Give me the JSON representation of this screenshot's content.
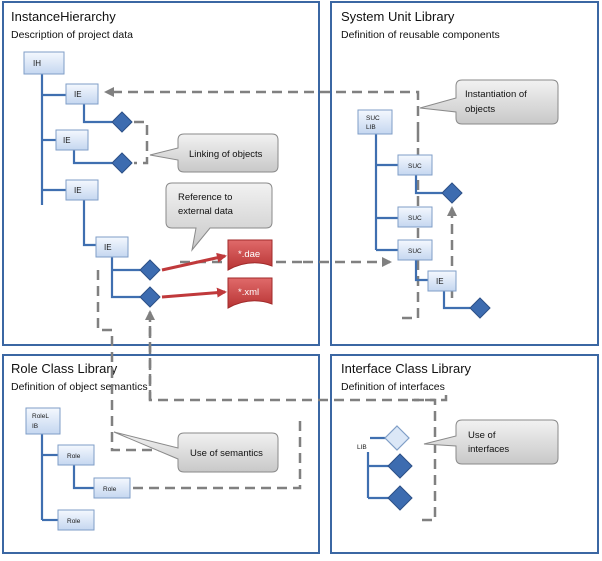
{
  "panels": {
    "instance_hierarchy": {
      "title": "InstanceHierarchy",
      "subtitle": "Description of project data"
    },
    "system_unit_library": {
      "title": "System Unit Library",
      "subtitle": "Definition of reusable components"
    },
    "role_class_library": {
      "title": "Role Class Library",
      "subtitle": "Definition of object semantics"
    },
    "interface_class_library": {
      "title": "Interface Class Library",
      "subtitle": "Definition of interfaces"
    }
  },
  "instance_hierarchy": {
    "root": "IH",
    "elements": [
      "IE",
      "IE",
      "IE",
      "IE"
    ],
    "files": [
      "*.dae",
      "*.xml"
    ]
  },
  "system_unit_library": {
    "root_line1": "SUC",
    "root_line2": "LIB",
    "items": [
      "SUC",
      "SUC",
      "SUC"
    ],
    "element": "IE"
  },
  "role_class_library": {
    "root_line1": "RoleL",
    "root_line2": "IB",
    "items": [
      "Role",
      "Role",
      "Role"
    ]
  },
  "interface_class_library": {
    "root": "LIB"
  },
  "callouts": {
    "instantiation_line1": "Instantiation  of",
    "instantiation_line2": "objects",
    "linking": "Linking of objects",
    "reference_line1": "Reference to",
    "reference_line2": "external data",
    "semantics": "Use of semantics",
    "interfaces_line1": "Use of",
    "interfaces_line2": "interfaces"
  },
  "colors": {
    "panel_border": "#3b67a3",
    "box_fill": "#dbe7f7",
    "tree_line": "#3f6fb0",
    "diamond": "#3d6cb0",
    "file_fill": "#c94444",
    "arrow_red": "#c0393b",
    "callout_fill": "#dddddd",
    "dash": "#7f7f7f"
  }
}
